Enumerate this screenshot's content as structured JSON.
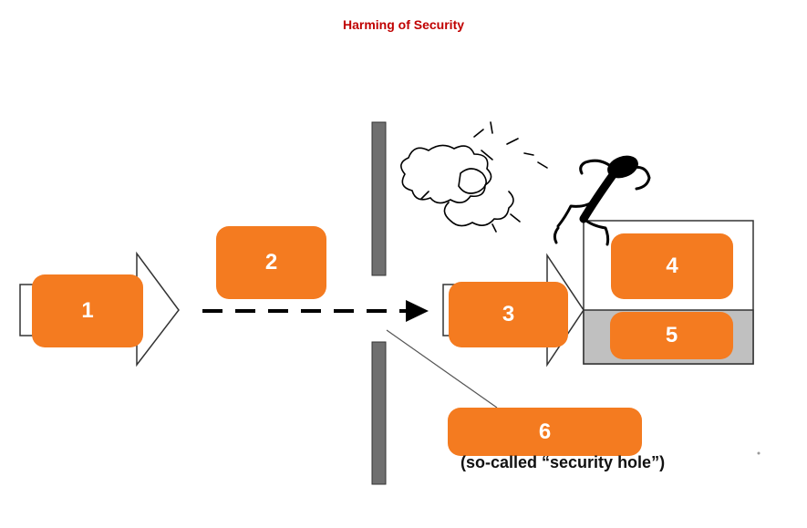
{
  "title": "Harming of Security",
  "badges": {
    "b1": "1",
    "b2": "2",
    "b3": "3",
    "b4": "4",
    "b5": "5",
    "b6": "6"
  },
  "note": "(so-called “security hole”)",
  "colors": {
    "title": "#c00000",
    "badge": "#f47b20",
    "wall": "#6f6f6f",
    "shaded_box": "#c0c0c0"
  },
  "icons": [
    "hollow-arrow-icon",
    "dashed-arrow-icon",
    "figure-icon",
    "dust-cloud-icon"
  ]
}
